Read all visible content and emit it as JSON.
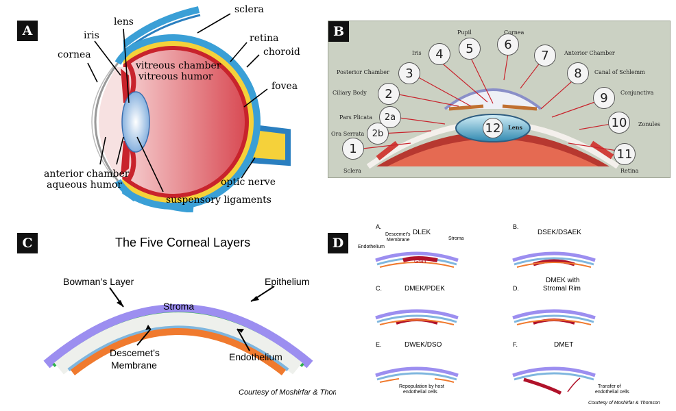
{
  "panels": {
    "a": {
      "badge": "A",
      "labels": {
        "lens": "lens",
        "iris": "iris",
        "cornea": "cornea",
        "sclera": "sclera",
        "retina": "retina",
        "choroid": "choroid",
        "vitreous_chamber": "vitreous chamber",
        "vitreous_humor": "vitreous humor",
        "fovea": "fovea",
        "anterior_chamber": "anterior chamber",
        "aqueous_humor": "aqueous humor",
        "optic_nerve": "optic nerve",
        "suspensory_ligaments": "suspensory ligaments"
      }
    },
    "b": {
      "badge": "B",
      "callouts": [
        {
          "num": "1",
          "label": "Sclera"
        },
        {
          "num": "2b",
          "label": "Ora Serrata"
        },
        {
          "num": "2a",
          "label": "Pars Plicata"
        },
        {
          "num": "2",
          "label": "Ciliary Body"
        },
        {
          "num": "3",
          "label": "Posterior Chamber"
        },
        {
          "num": "4",
          "label": "Iris"
        },
        {
          "num": "5",
          "label": "Pupil"
        },
        {
          "num": "6",
          "label": "Cornea"
        },
        {
          "num": "7",
          "label": "Anterior Chamber"
        },
        {
          "num": "8",
          "label": "Canal of Schlemm"
        },
        {
          "num": "9",
          "label": "Conjunctiva"
        },
        {
          "num": "10",
          "label": "Zonules"
        },
        {
          "num": "11",
          "label": "Retina"
        },
        {
          "num": "12",
          "label": "Lens"
        }
      ]
    },
    "c": {
      "badge": "C",
      "title": "The Five Corneal Layers",
      "labels": {
        "bowmans": "Bowman’s Layer",
        "epithelium": "Epithelium",
        "stroma": "Stroma",
        "descemets_1": "Descemet’s",
        "descemets_2": "Membrane",
        "endothelium": "Endothelium"
      },
      "credit": "Courtesy of Moshirfar & Thomson"
    },
    "d": {
      "badge": "D",
      "sub": [
        {
          "letter": "A.",
          "title": "DLEK"
        },
        {
          "letter": "B.",
          "title": "DSEK/DSAEK"
        },
        {
          "letter": "C.",
          "title": "DMEK/PDEK"
        },
        {
          "letter": "D.",
          "title": "DMEK with",
          "title2": "Stromal Rim"
        },
        {
          "letter": "E.",
          "title": "DWEK/DSO"
        },
        {
          "letter": "F.",
          "title": "DMET"
        }
      ],
      "dlek_labels": {
        "descemets_1": "Descemet’s",
        "descemets_2": "Membrane",
        "stroma": "Stroma",
        "endothelium": "Endothelium",
        "graft": "Graft"
      },
      "dwek_note_1": "Repopulation by host",
      "dwek_note_2": "endothelial cells",
      "dmet_note_1": "Transfer of",
      "dmet_note_2": "endothelial cells",
      "credit": "Courtesy of Moshirfar & Thomson"
    }
  },
  "colors": {
    "sclera_blue": "#3a9fd6",
    "retina_red": "#c8232c",
    "choroid_yellow": "#f5d13a",
    "epithelium_purple": "#9c8ef0",
    "bowman_green": "#2db34a",
    "stroma_gray": "#eef0ec",
    "descemet_blue": "#7fb6de",
    "endothelium_orange": "#f07a2e",
    "panel_b_bg": "#cbd1c3",
    "graft_red": "#b0122a"
  }
}
